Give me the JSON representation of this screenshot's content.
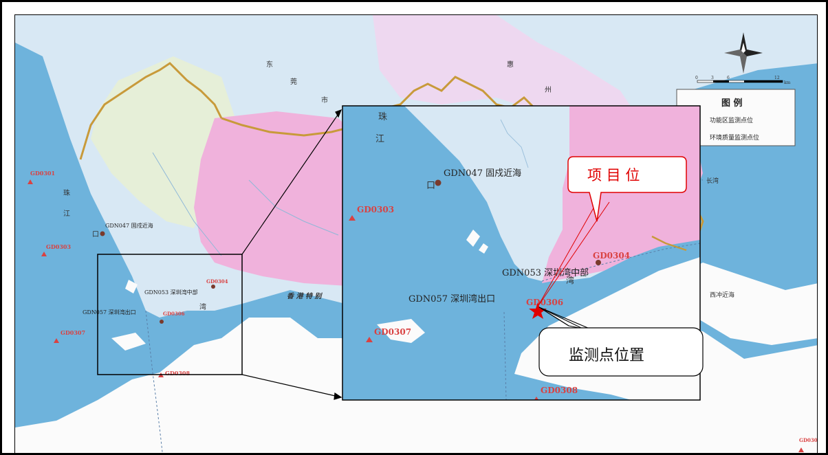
{
  "colors": {
    "sea": "#6eb3dc",
    "land_pink": "#f0b2dc",
    "land_light": "#d8e8f4",
    "land_green": "#e6efd8",
    "land_lilac": "#eed8f0",
    "white_land": "#fbfbfb",
    "border": "#c89a3a",
    "station_red": "#d94242",
    "station_dark": "#7a3a2c",
    "label_red": "#e00000"
  },
  "legend": {
    "title": "图 例",
    "items": [
      {
        "symbol": "dot",
        "label": "功能区监测点位"
      },
      {
        "symbol": "triangle",
        "label": "环境质量监测点位"
      }
    ]
  },
  "scale_bar": {
    "ticks": [
      "0",
      "3",
      "6",
      "12"
    ],
    "unit": "km"
  },
  "place_labels": {
    "dongguan_1": "东",
    "dongguan_2": "莞",
    "dongguan_3": "市",
    "huizhou": "惠",
    "huizhou_2": "州",
    "river_zhu": "珠",
    "river_jiang": "江",
    "river_kou": "口",
    "hongkong": "香 港 特 别",
    "wan": "湾",
    "changwan": "长湾",
    "xichong": "西冲近海"
  },
  "stations_main": [
    {
      "id": "gd0301",
      "label": "GD0301"
    },
    {
      "id": "gd0303",
      "label": "GD0303"
    },
    {
      "id": "gdn047",
      "label": "GDN047 固戍近海"
    },
    {
      "id": "gdn053",
      "label": "GDN053 深圳湾中部"
    },
    {
      "id": "gd0304",
      "label": "GD0304"
    },
    {
      "id": "gdn057",
      "label": "GDN057 深圳湾出口"
    },
    {
      "id": "gd0306",
      "label": "GD0306"
    },
    {
      "id": "gd0307",
      "label": "GD0307"
    },
    {
      "id": "gd0308",
      "label": "GD0308"
    },
    {
      "id": "gd0309",
      "label": "GD030"
    }
  ],
  "inset": {
    "labels": {
      "zhu": "珠",
      "jiang": "江",
      "kou": "口",
      "wan": "湾",
      "gdn047": "GDN047 固戍近海",
      "gd0303": "GD0303",
      "gd0304": "GD0304",
      "gdn053": "GDN053 深圳湾中部",
      "gdn057": "GDN057 深圳湾出口",
      "gd0306": "GD0306",
      "gd0307": "GD0307",
      "gd0308": "GD0308"
    }
  },
  "callouts": {
    "project": "项 目 位",
    "monitor": "监测点位置"
  }
}
